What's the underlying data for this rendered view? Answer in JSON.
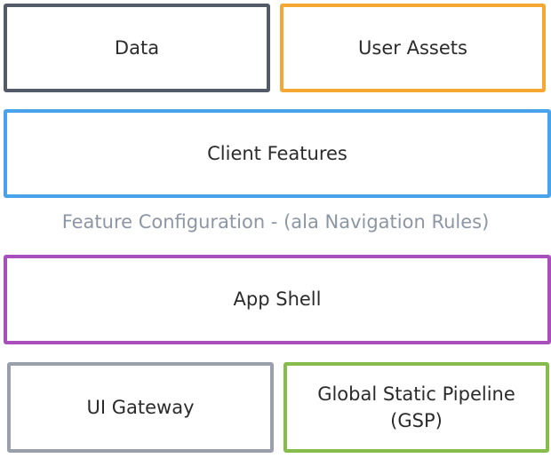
{
  "colors": {
    "data": "#545b68",
    "user_assets": "#f5a733",
    "client_features": "#49a3ea",
    "app_shell": "#a84fbc",
    "ui_gateway": "#9aa0ab",
    "global_static_pipeline": "#86bc4b",
    "config_text": "#8c96a4"
  },
  "boxes": {
    "data": "Data",
    "user_assets": "User Assets",
    "client_features": "Client Features",
    "app_shell": "App Shell",
    "ui_gateway": "UI Gateway",
    "global_static_pipeline": {
      "line1": "Global Static Pipeline",
      "line2": "(GSP)"
    }
  },
  "feature_configuration": "Feature Configuration - (ala Navigation Rules)"
}
